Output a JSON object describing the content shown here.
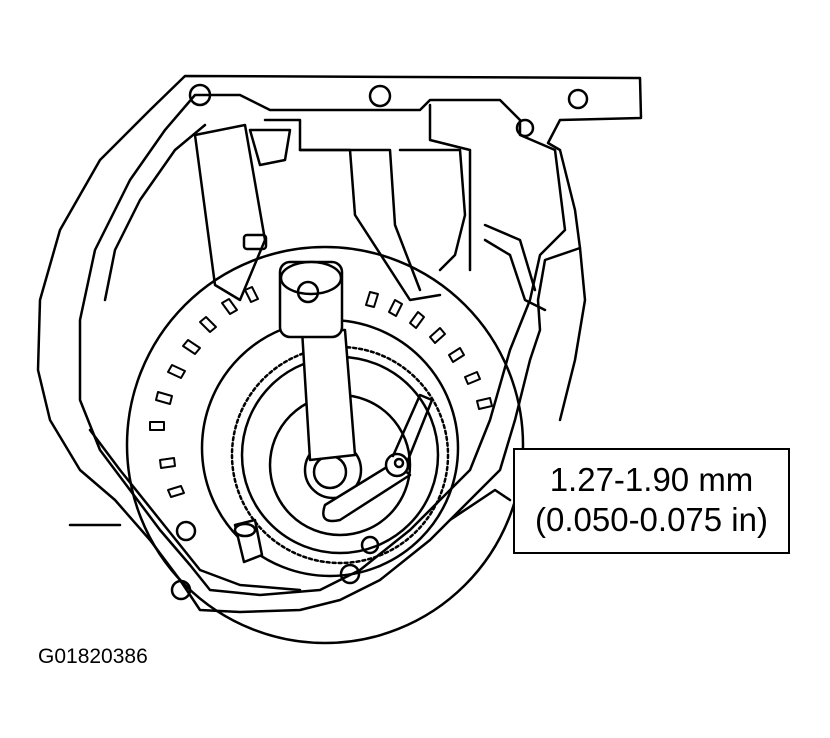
{
  "callout": {
    "metric": "1.27-1.90 mm",
    "imperial": "(0.050-0.075 in)"
  },
  "figure_id": "G01820386",
  "colors": {
    "line": "#000000",
    "background": "#ffffff"
  }
}
